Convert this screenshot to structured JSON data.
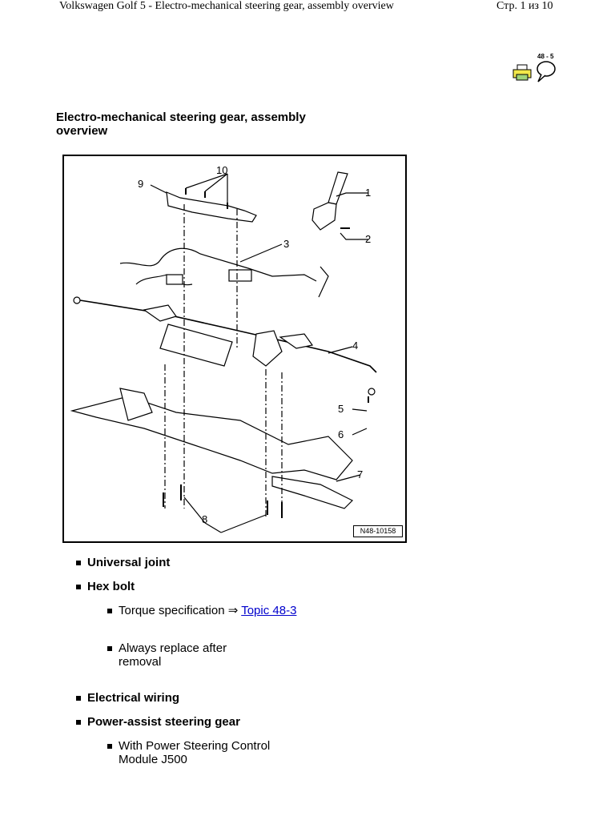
{
  "header": {
    "doc_title": "Volkswagen Golf 5 - Electro-mechanical steering gear, assembly overview",
    "page_indicator": "Стр. 1 из 10"
  },
  "toolbar": {
    "ref_label": "48 - 5",
    "print_icon": "printer-icon",
    "bubble_icon": "speech-bubble-icon"
  },
  "page_title": "Electro-mechanical steering gear, assembly overview",
  "figure": {
    "id": "N48-10158",
    "callouts": [
      "1",
      "2",
      "3",
      "4",
      "5",
      "6",
      "7",
      "8",
      "9",
      "10"
    ]
  },
  "items": [
    {
      "label": "Universal joint"
    },
    {
      "label": "Hex bolt",
      "sub": [
        {
          "text": "Torque specification ⇒ ",
          "link": "Topic 48-3"
        },
        {
          "text": "Always replace after removal"
        }
      ]
    },
    {
      "label": "Electrical wiring"
    },
    {
      "label": "Power-assist steering gear",
      "sub": [
        {
          "text": "With Power Steering Control Module J500"
        }
      ]
    }
  ],
  "colors": {
    "link": "#0000cc"
  }
}
